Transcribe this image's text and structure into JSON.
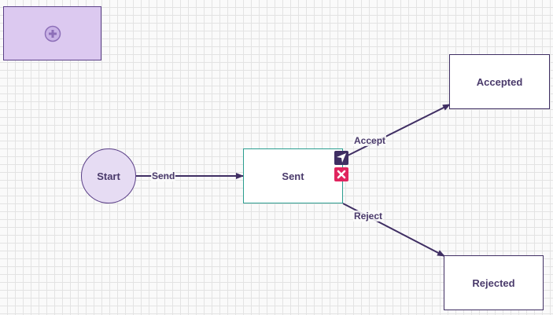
{
  "palette": {
    "icon": "plus-circle-icon"
  },
  "nodes": {
    "start": {
      "label": "Start",
      "shape": "circle"
    },
    "sent": {
      "label": "Sent",
      "shape": "rectangle"
    },
    "accepted": {
      "label": "Accepted",
      "shape": "rectangle"
    },
    "rejected": {
      "label": "Rejected",
      "shape": "rectangle"
    }
  },
  "edges": [
    {
      "from": "start",
      "to": "sent",
      "label": "Send"
    },
    {
      "from": "sent",
      "to": "accepted",
      "label": "Accept"
    },
    {
      "from": "sent",
      "to": "rejected",
      "label": "Reject"
    }
  ],
  "context_menu": {
    "link_icon": "navigation-arrow-icon",
    "delete_icon": "close-icon"
  },
  "colors": {
    "accent": "#3f2e63",
    "palette_fill": "#dcc9f0",
    "start_fill": "#e6dcf3",
    "selected_border": "#2a9d8f",
    "delete": "#e0245e"
  }
}
